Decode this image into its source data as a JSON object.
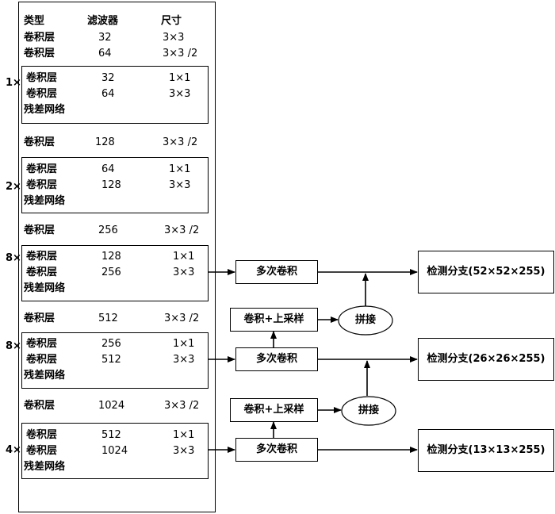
{
  "backbone": {
    "headers": {
      "type": "类型",
      "filters": "滤波器",
      "size": "尺寸"
    },
    "rows": [
      {
        "type": "卷积层",
        "filters": "32",
        "size": "3×3"
      },
      {
        "type": "卷积层",
        "filters": "64",
        "size": "3×3 /2"
      },
      {
        "type": "卷积层",
        "filters": "128",
        "size": "3×3 /2"
      },
      {
        "type": "卷积层",
        "filters": "256",
        "size": "3×3 /2"
      },
      {
        "type": "卷积层",
        "filters": "512",
        "size": "3×3 /2"
      },
      {
        "type": "卷积层",
        "filters": "1024",
        "size": "3×3 /2"
      }
    ],
    "blocks": [
      {
        "repeat": "1×",
        "rows": [
          {
            "type": "卷积层",
            "filters": "32",
            "size": "1×1"
          },
          {
            "type": "卷积层",
            "filters": "64",
            "size": "3×3"
          }
        ],
        "label": "残差网络"
      },
      {
        "repeat": "2×",
        "rows": [
          {
            "type": "卷积层",
            "filters": "64",
            "size": "1×1"
          },
          {
            "type": "卷积层",
            "filters": "128",
            "size": "3×3"
          }
        ],
        "label": "残差网络"
      },
      {
        "repeat": "8×",
        "rows": [
          {
            "type": "卷积层",
            "filters": "128",
            "size": "1×1"
          },
          {
            "type": "卷积层",
            "filters": "256",
            "size": "3×3"
          }
        ],
        "label": "残差网络"
      },
      {
        "repeat": "8×",
        "rows": [
          {
            "type": "卷积层",
            "filters": "256",
            "size": "1×1"
          },
          {
            "type": "卷积层",
            "filters": "512",
            "size": "3×3"
          }
        ],
        "label": "残差网络"
      },
      {
        "repeat": "4×",
        "rows": [
          {
            "type": "卷积层",
            "filters": "512",
            "size": "1×1"
          },
          {
            "type": "卷积层",
            "filters": "1024",
            "size": "3×3"
          }
        ],
        "label": "残差网络"
      }
    ]
  },
  "neck": {
    "multi_conv": "多次卷积",
    "conv_upsample": "卷积+上采样",
    "concat": "拼接"
  },
  "outputs": [
    "检测分支(52×52×255)",
    "检测分支(26×26×255)",
    "检测分支(13×13×255)"
  ]
}
